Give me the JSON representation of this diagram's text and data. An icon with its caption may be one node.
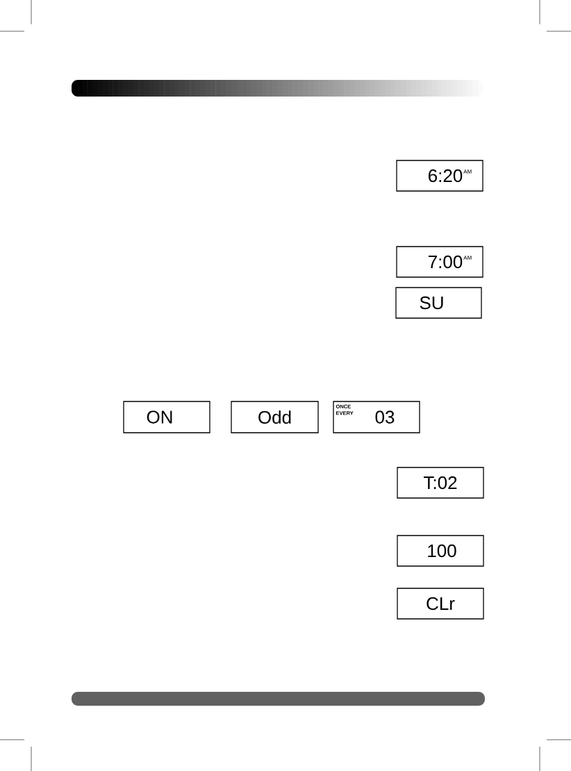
{
  "diagram": {
    "nodes": [
      {
        "text": [
          "6:20",
          "AM"
        ]
      },
      {
        "text": [
          "7:00",
          "AM"
        ]
      },
      {
        "text": [
          "SU"
        ]
      },
      {
        "text": [
          "ON"
        ]
      },
      {
        "text": [
          "Odd"
        ]
      },
      {
        "text": [
          "ONCE EVERY",
          "03"
        ]
      },
      {
        "text": [
          "T:02"
        ]
      },
      {
        "text": [
          "100"
        ]
      },
      {
        "text": [
          "CLr"
        ]
      }
    ]
  }
}
